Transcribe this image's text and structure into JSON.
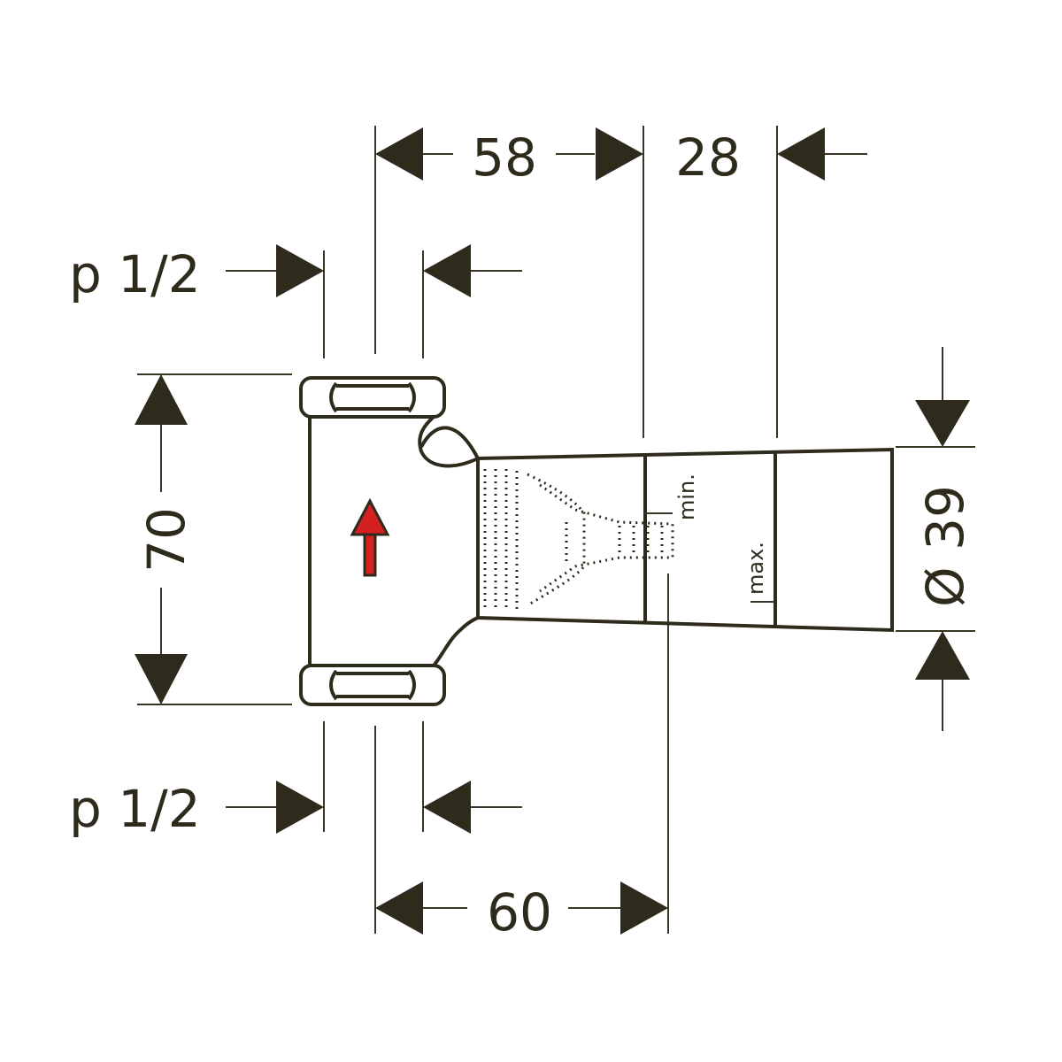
{
  "dimensions": {
    "top_left_width": "58",
    "top_right_width": "28",
    "bottom_width": "60",
    "height": "70",
    "diameter": "Ø 39",
    "thread_top": "p 1/2",
    "thread_bottom": "p 1/2",
    "min_label": "min.",
    "max_label": "max."
  },
  "colors": {
    "line": "#2e2a1c",
    "flow_arrow": "#d42020"
  },
  "icons": {
    "flow": "flow-direction-arrow-icon"
  }
}
